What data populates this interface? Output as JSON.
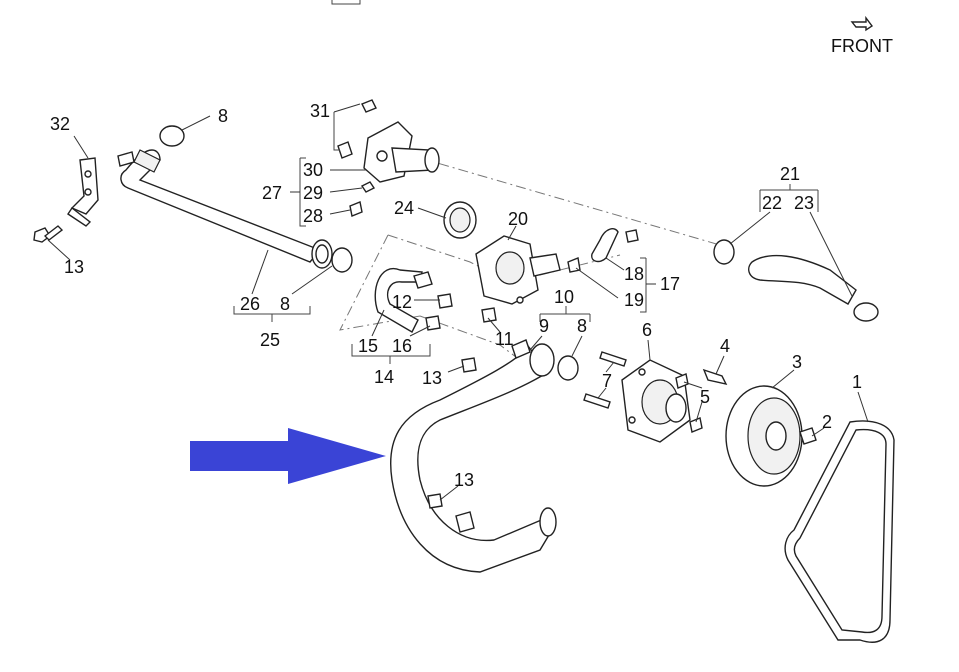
{
  "colors": {
    "arrow": "#3a44d6",
    "line": "#222222",
    "background": "#ffffff"
  },
  "front_label": "FRONT",
  "callouts": {
    "c1": "1",
    "c2": "2",
    "c3": "3",
    "c4": "4",
    "c5": "5",
    "c6": "6",
    "c7": "7",
    "c8a": "8",
    "c8b": "8",
    "c8c": "8",
    "c9": "9",
    "c10": "10",
    "c11": "11",
    "c12": "12",
    "c13a": "13",
    "c13b": "13",
    "c13c": "13",
    "c14": "14",
    "c15": "15",
    "c16": "16",
    "c17": "17",
    "c18": "18",
    "c19": "19",
    "c20": "20",
    "c21": "21",
    "c22": "22",
    "c23": "23",
    "c24": "24",
    "c25": "25",
    "c26": "26",
    "c27": "27",
    "c28": "28",
    "c29": "29",
    "c30": "30",
    "c31": "31",
    "c32": "32"
  }
}
